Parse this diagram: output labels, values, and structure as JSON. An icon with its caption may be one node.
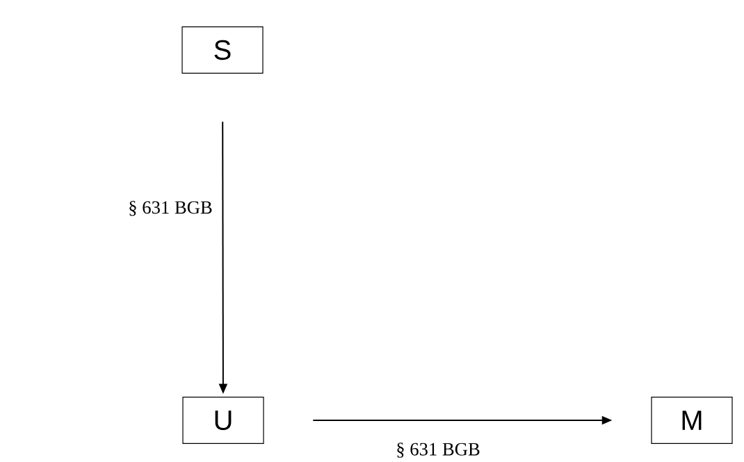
{
  "diagram": {
    "nodes": [
      {
        "text": [
          "S"
        ]
      },
      {
        "text": [
          "U"
        ]
      },
      {
        "text": [
          "M"
        ]
      }
    ],
    "edges": [
      {
        "from": 0,
        "to": 1,
        "arrow": "to",
        "label": "§ 631 BGB"
      },
      {
        "from": 1,
        "to": 2,
        "arrow": "to",
        "label": "§ 631 BGB"
      }
    ]
  }
}
